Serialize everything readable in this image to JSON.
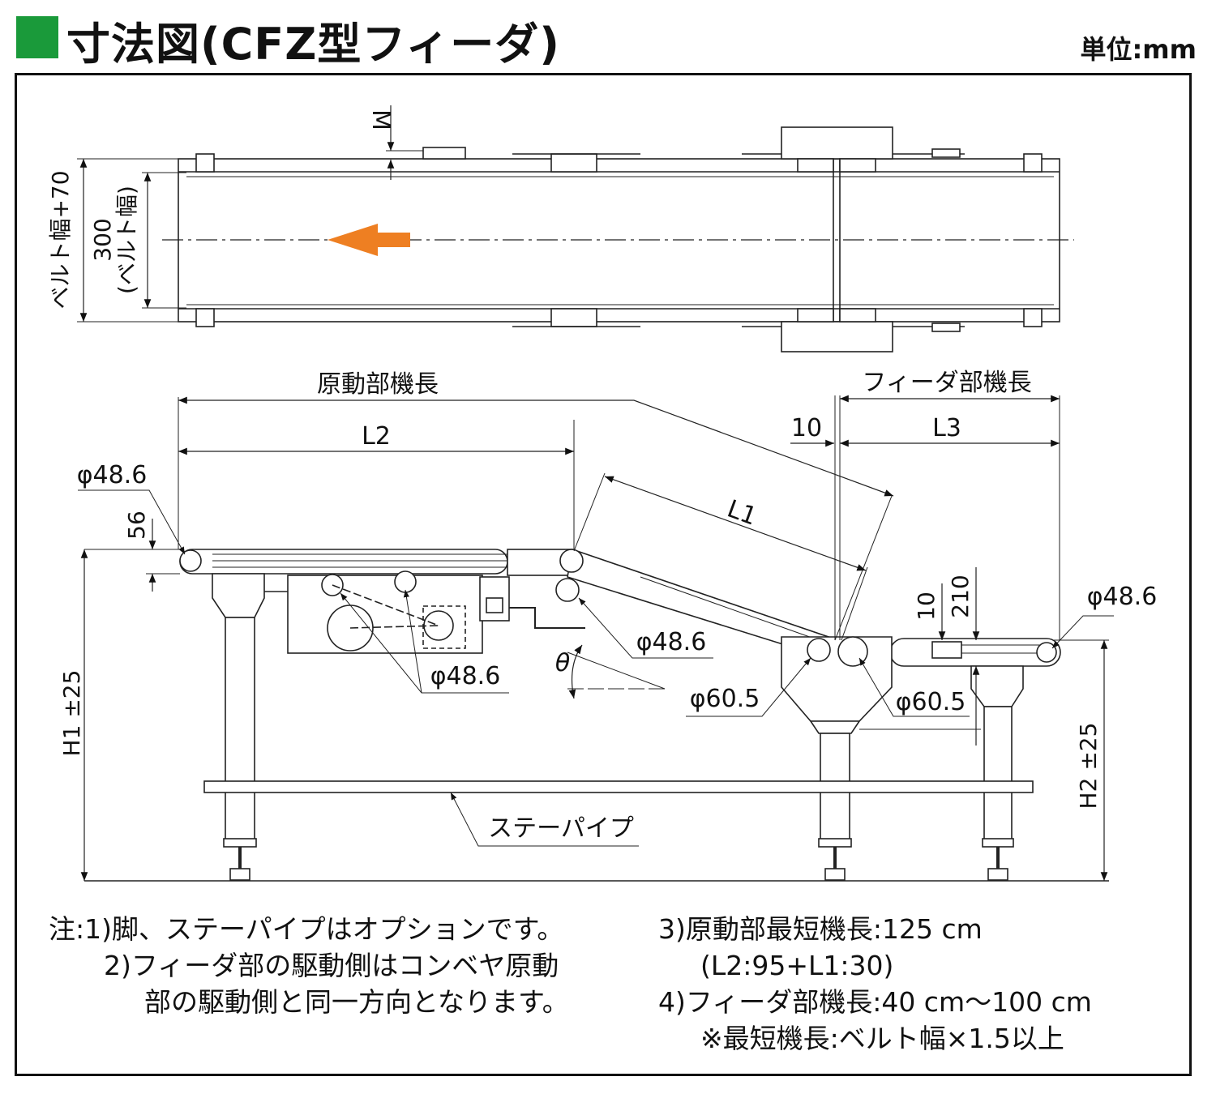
{
  "header": {
    "title": "寸法図(CFZ型フィーダ)",
    "unit": "単位:mm",
    "accent_color": "#1a9a3a"
  },
  "plan_view": {
    "dim_m": "M",
    "dim_outer": "ベルト幅+70",
    "dim_belt_value": "300",
    "dim_belt_note": "(ベルト幅)",
    "arrow_color": "#ee7f22"
  },
  "side_view": {
    "drive_length": "原動部機長",
    "feeder_length": "フィーダ部機長",
    "l1": "L1",
    "l2": "L2",
    "l3": "L3",
    "dim_10_top": "10",
    "dim_56": "56",
    "dim_10_right": "10",
    "dim_210": "210",
    "pulley_left": "φ48.6",
    "pulley_right": "φ48.6",
    "pulley_mid": "φ48.6",
    "pulley_drive": "φ48.6",
    "pulley_bend_left": "φ60.5",
    "pulley_bend_right": "φ60.5",
    "theta": "θ",
    "h1": "H1 ±25",
    "h2": "H2 ±25",
    "stay_pipe": "ステーパイプ"
  },
  "notes": {
    "left": [
      "注:1)脚、ステーパイプはオプションです。",
      "2)フィーダ部の駆動側はコンベヤ原動",
      "部の駆動側と同一方向となります。"
    ],
    "right": [
      "3)原動部最短機長:125 cm",
      "(L2:95+L1:30)",
      "4)フィーダ部機長:40 cm〜100 cm",
      "※最短機長:ベルト幅×1.5以上"
    ]
  }
}
